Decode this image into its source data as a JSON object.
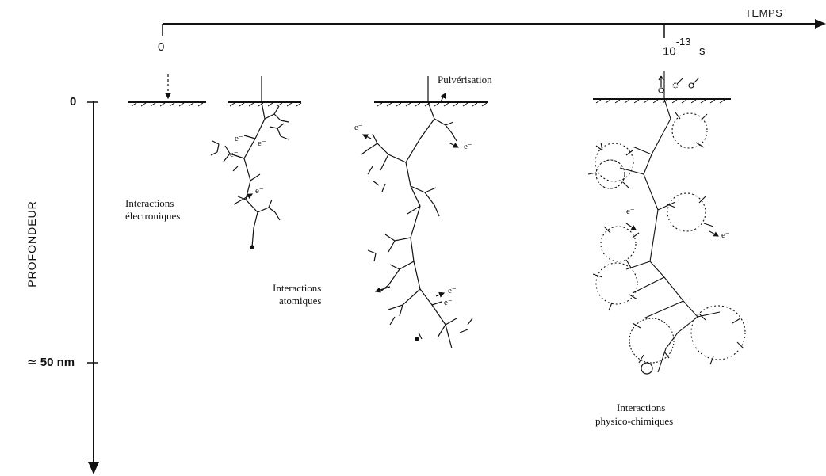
{
  "time_axis": {
    "label": "TEMPS",
    "tick_zero": "0",
    "tick_end_base": "10",
    "tick_end_exp": "-13",
    "tick_end_unit": "s"
  },
  "depth_axis": {
    "label": "PROFONDEUR",
    "tick_zero": "0",
    "tick_end_approx": "≃",
    "tick_end": "50 nm"
  },
  "annotations": {
    "pulverisation": "Pulvérisation",
    "electronic_1": "Interactions",
    "electronic_2": "électroniques",
    "atomic_1": "Interactions",
    "atomic_2": "atomiques",
    "physchem_1": "Interactions",
    "physchem_2": "physico-chimiques"
  },
  "electron_label": "e⁻",
  "colors": {
    "ink": "#111111",
    "background": "#ffffff"
  }
}
